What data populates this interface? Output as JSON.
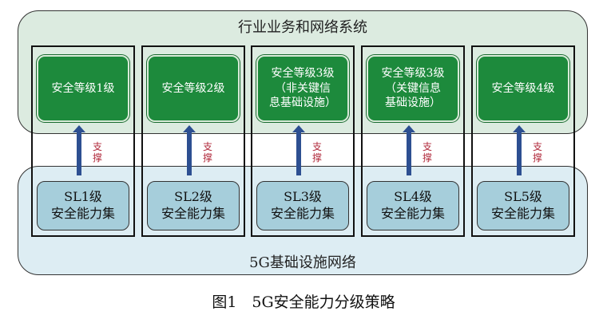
{
  "top_title": "行业业务和网络系统",
  "bottom_title": "5G基础设施网络",
  "support_label": "支撑",
  "columns": [
    {
      "level": "安全等级1级",
      "sl": "SL1级",
      "set": "安全能力集"
    },
    {
      "level": "安全等级2级",
      "sl": "SL2级",
      "set": "安全能力集"
    },
    {
      "level": "安全等级3级\n（非关键信\n息基础设施）",
      "sl": "SL3级",
      "set": "安全能力集"
    },
    {
      "level": "安全等级3级\n（关键信息\n基础设施）",
      "sl": "SL4级",
      "set": "安全能力集"
    },
    {
      "level": "安全等级4级",
      "sl": "SL5级",
      "set": "安全能力集"
    }
  ],
  "caption": "图1　5G安全能力分级策略"
}
